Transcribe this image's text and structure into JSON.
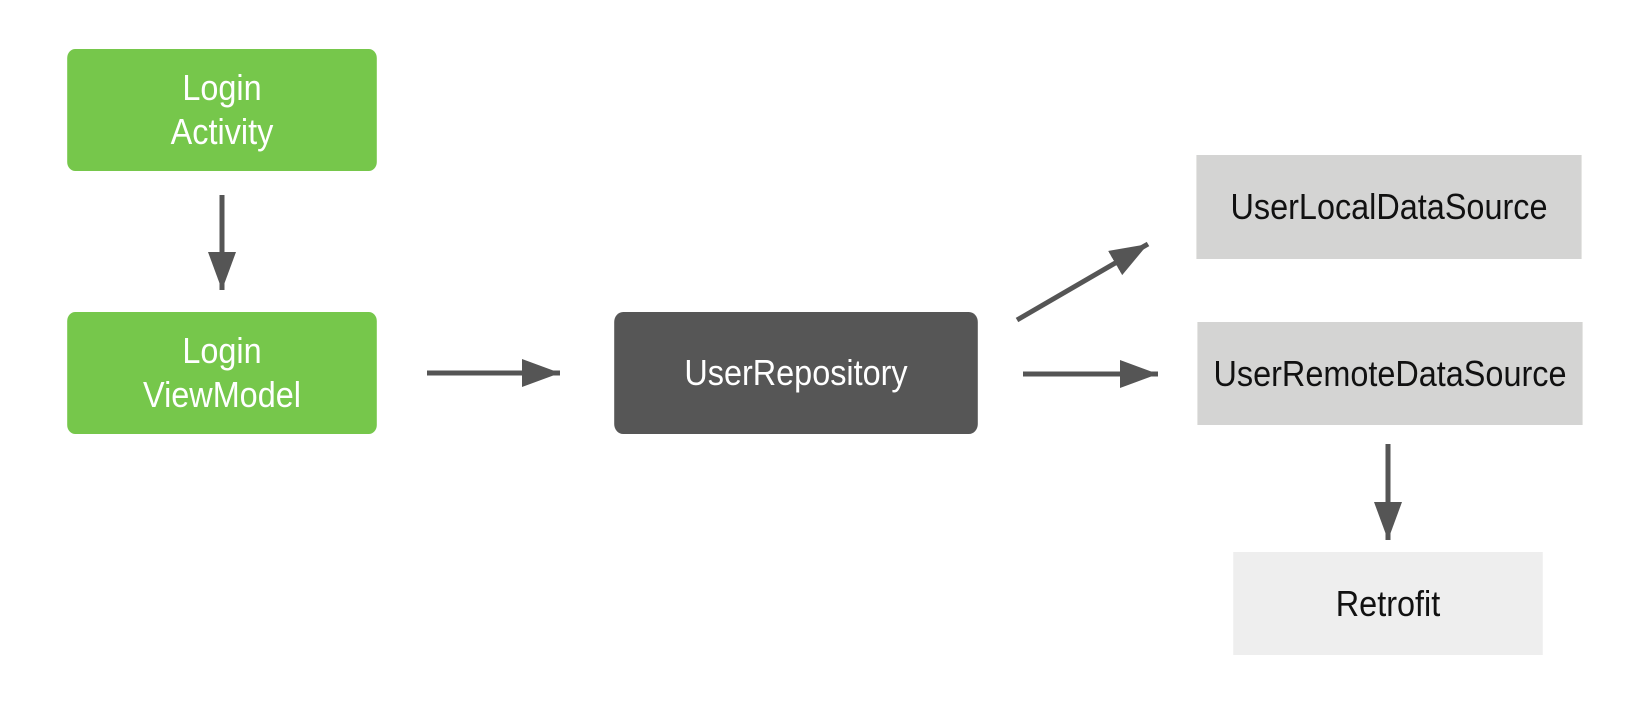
{
  "diagram": {
    "nodes": {
      "login_activity": "Login\nActivity",
      "login_viewmodel": "Login\nViewModel",
      "user_repository": "UserRepository",
      "user_local_data_source": "UserLocalDataSource",
      "user_remote_data_source": "UserRemoteDataSource",
      "retrofit": "Retrofit"
    },
    "edges": [
      {
        "from": "login_activity",
        "to": "login_viewmodel"
      },
      {
        "from": "login_viewmodel",
        "to": "user_repository"
      },
      {
        "from": "user_repository",
        "to": "user_local_data_source"
      },
      {
        "from": "user_repository",
        "to": "user_remote_data_source"
      },
      {
        "from": "user_remote_data_source",
        "to": "retrofit"
      }
    ],
    "colors": {
      "view_layer": "#76c74b",
      "repository": "#565656",
      "data_source": "#d4d4d3",
      "library": "#eeeeee",
      "arrow": "#555555"
    }
  }
}
